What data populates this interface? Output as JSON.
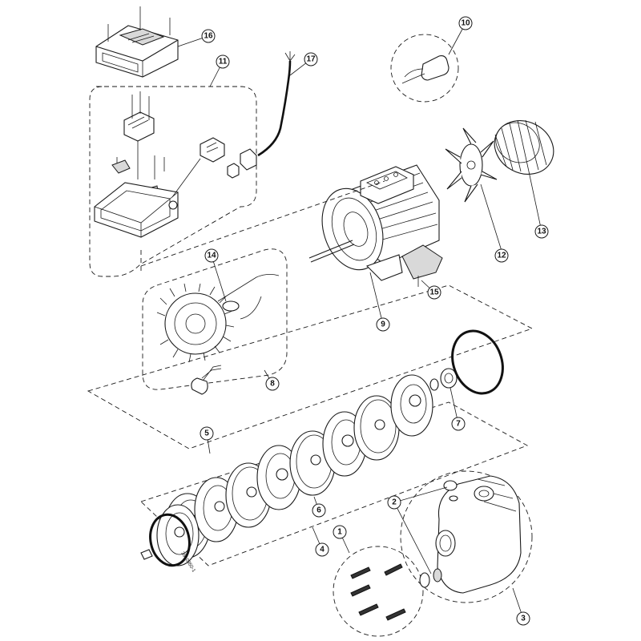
{
  "callouts": [
    {
      "id": "1",
      "label": "1"
    },
    {
      "id": "2",
      "label": "2"
    },
    {
      "id": "3",
      "label": "3"
    },
    {
      "id": "4",
      "label": "4"
    },
    {
      "id": "5",
      "label": "5"
    },
    {
      "id": "6",
      "label": "6"
    },
    {
      "id": "7",
      "label": "7"
    },
    {
      "id": "8",
      "label": "8"
    },
    {
      "id": "9",
      "label": "9"
    },
    {
      "id": "10",
      "label": "10"
    },
    {
      "id": "11",
      "label": "11"
    },
    {
      "id": "12",
      "label": "12"
    },
    {
      "id": "13",
      "label": "13"
    },
    {
      "id": "14",
      "label": "14"
    },
    {
      "id": "15",
      "label": "15"
    },
    {
      "id": "16",
      "label": "16"
    },
    {
      "id": "17",
      "label": "17"
    }
  ],
  "impeller_marking": "3810950-1"
}
